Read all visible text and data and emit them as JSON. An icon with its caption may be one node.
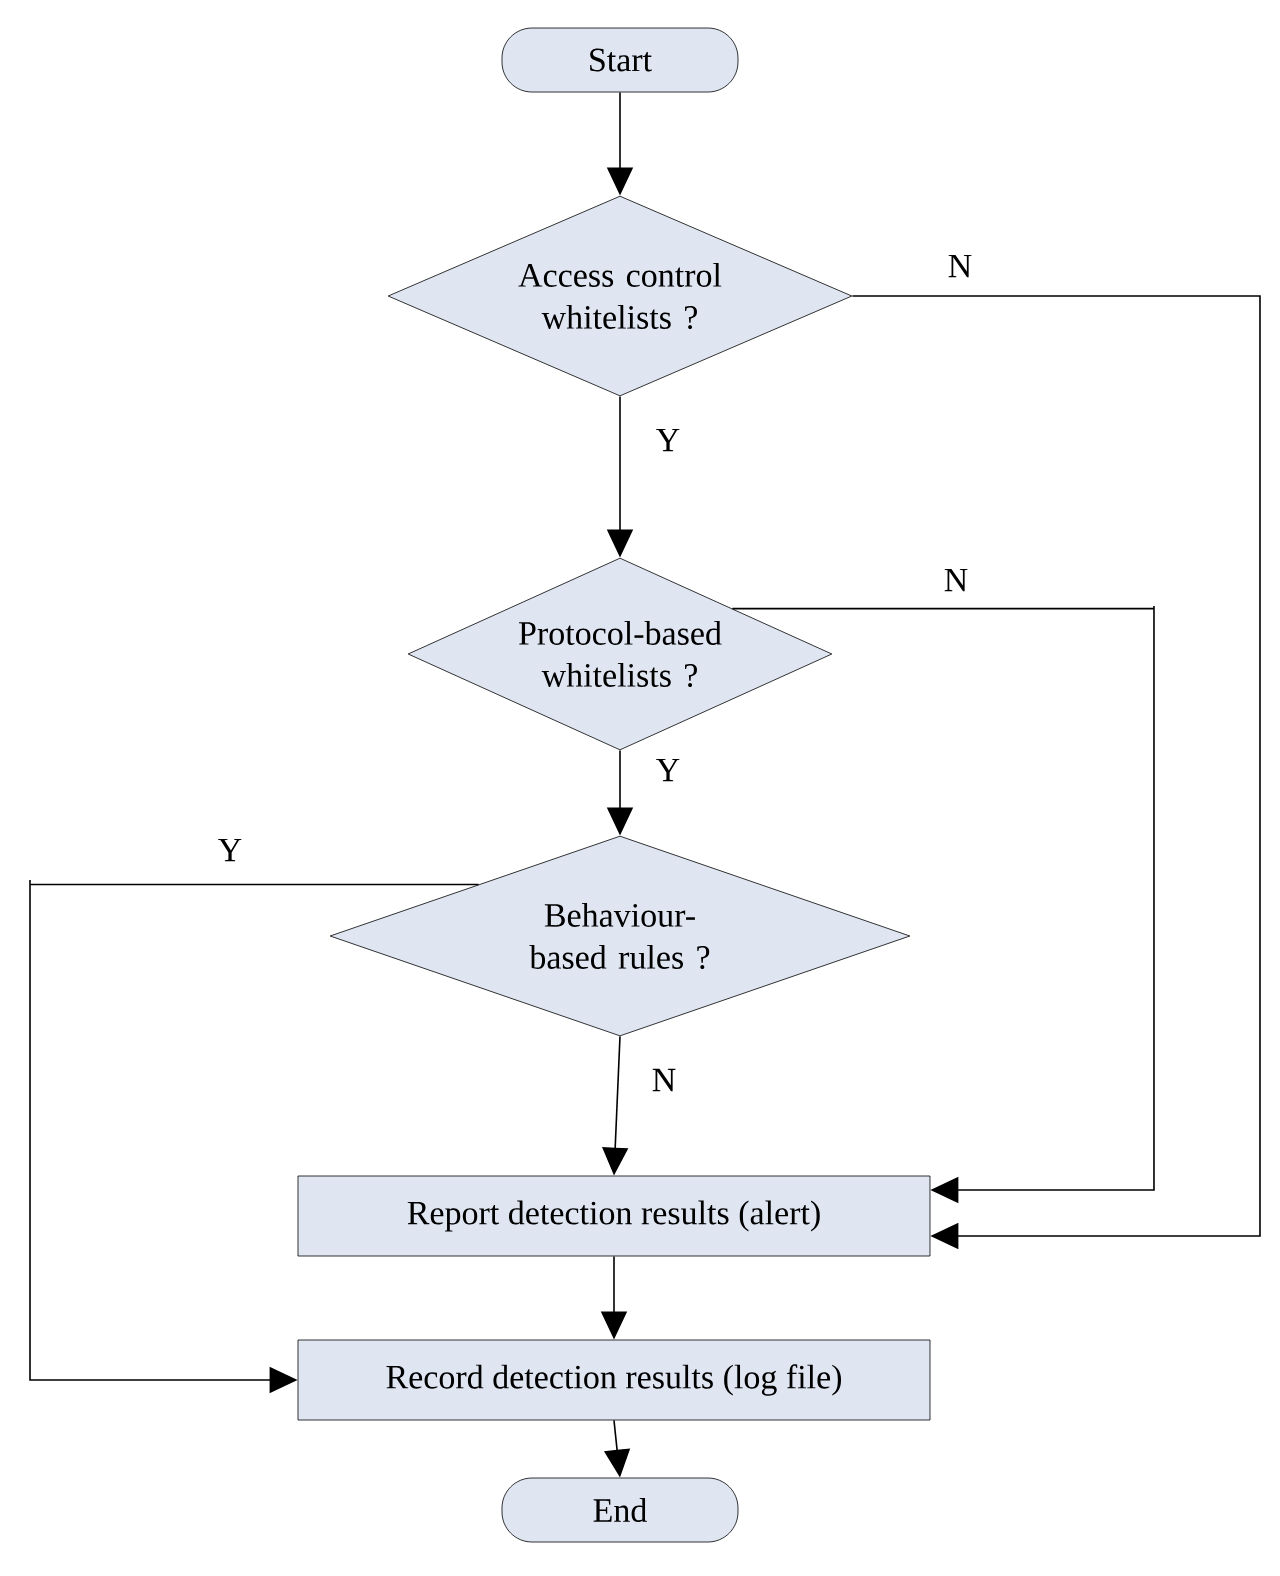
{
  "diagram": {
    "nodes": [
      {
        "text": [
          "Start"
        ]
      },
      {
        "text": [
          "Access control whitelists ?"
        ]
      },
      {
        "text": [
          "Protocol-based whitelists ?"
        ]
      },
      {
        "text": [
          "Behaviour-based rules ?"
        ]
      },
      {
        "text": [
          "Report  detection results (alert)"
        ]
      },
      {
        "text": [
          "Record detection results (log file)"
        ]
      },
      {
        "text": [
          "End"
        ]
      }
    ],
    "edges": [
      {
        "from": 0,
        "to": 1,
        "arrow": "to"
      },
      {
        "from": 1,
        "to": 4,
        "arrow": "to",
        "label": "N"
      },
      {
        "from": 1,
        "to": 2,
        "arrow": "to",
        "label": "Y"
      },
      {
        "from": 2,
        "to": 4,
        "arrow": "to",
        "label": "N"
      },
      {
        "from": 2,
        "to": 3,
        "arrow": "to",
        "label": "Y"
      },
      {
        "from": 3,
        "to": 5,
        "arrow": "to",
        "label": "Y"
      },
      {
        "from": 3,
        "to": 4,
        "arrow": "to",
        "label": "N"
      },
      {
        "from": 4,
        "to": 5,
        "arrow": "to"
      },
      {
        "from": 5,
        "to": 6,
        "arrow": "to"
      }
    ]
  }
}
